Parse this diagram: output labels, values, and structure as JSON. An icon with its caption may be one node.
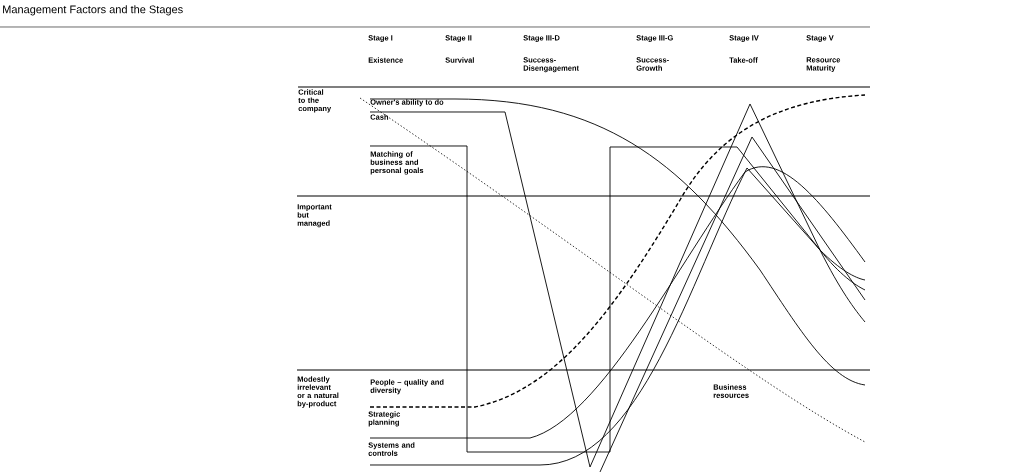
{
  "diagram": {
    "title": "Management Factors and the Stages",
    "labels": [
      "Stage I",
      "Stage II",
      "Stage III-D",
      "Stage III-G",
      "Stage IV",
      "Stage V",
      "Existence",
      "Survival",
      "Success-Disengagement",
      "Success-Growth",
      "Take-off",
      "Resource Maturity",
      "Critical to the company",
      "Owner's ability to do",
      "Cash",
      "Matching of business and personal goals",
      "Important but managed",
      "Modestly irrelevant or a natural by-product",
      "People – quality and diversity",
      "Strategic planning",
      "Systems and controls",
      "Business resources"
    ]
  }
}
